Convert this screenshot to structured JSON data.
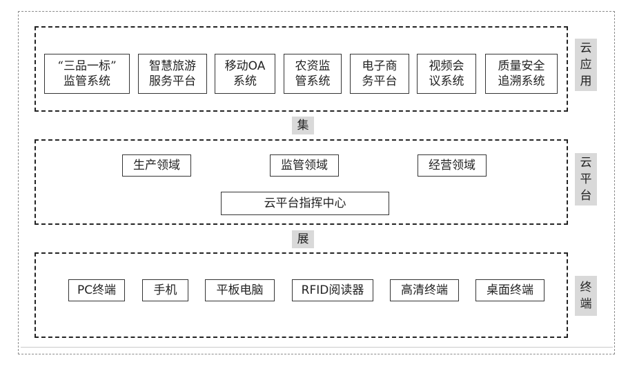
{
  "cloud_app": {
    "label": "云\n应\n用",
    "boxes": [
      "“三品一标”\n监管系统",
      "智慧旅游\n服务平台",
      "移动OA\n系统",
      "农资监\n管系统",
      "电子商\n务平台",
      "视频会\n议系统",
      "质量安全\n追溯系统"
    ]
  },
  "connector_top": "集",
  "cloud_platform": {
    "label": "云\n平\n台",
    "domains": [
      "生产领域",
      "监管领域",
      "经营领域"
    ],
    "center": "云平台指挥中心"
  },
  "connector_bottom": "展",
  "terminal": {
    "label": "终\n端",
    "boxes": [
      "PC终端",
      "手机",
      "平板电脑",
      "RFID阅读器",
      "高清终端",
      "桌面终端"
    ]
  }
}
